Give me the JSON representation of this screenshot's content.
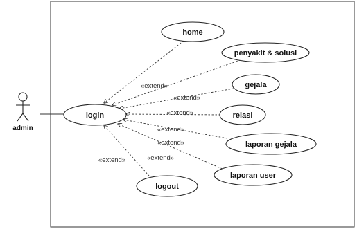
{
  "actor": {
    "name": "admin",
    "icon": "stick-figure-icon"
  },
  "central_use_case": {
    "label": "login"
  },
  "extensions": [
    {
      "id": "home",
      "label": "home",
      "relation": "«extend»"
    },
    {
      "id": "penyakit",
      "label": "penyakit & solusi",
      "relation": "«extend»"
    },
    {
      "id": "gejala",
      "label": "gejala",
      "relation": "«extend»"
    },
    {
      "id": "relasi",
      "label": "relasi",
      "relation": "«extend»"
    },
    {
      "id": "laporan-gejala",
      "label": "laporan gejala",
      "relation": "«extend»"
    },
    {
      "id": "laporan-user",
      "label": "laporan user",
      "relation": "«extend»"
    },
    {
      "id": "logout",
      "label": "logout",
      "relation": "«extend»"
    }
  ],
  "colors": {
    "line": "#333333",
    "background": "#ffffff"
  }
}
